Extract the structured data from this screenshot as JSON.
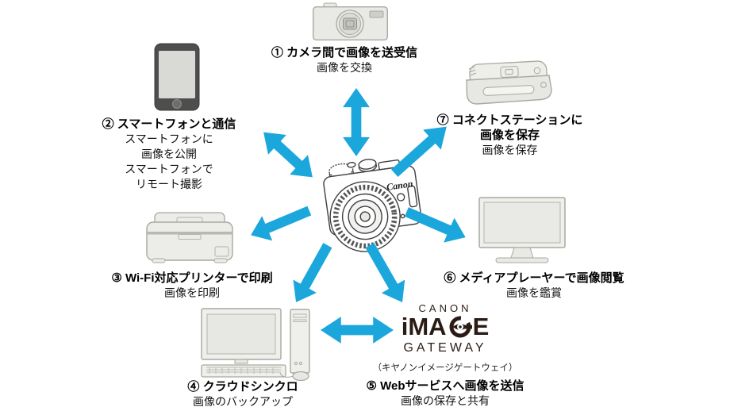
{
  "diagram": {
    "arrow_color": "#1ba7dc",
    "center_camera": {
      "brand": "Canon"
    },
    "logo": {
      "color": "#2a1c15",
      "line1": "CANON",
      "image_pre": "iMA",
      "image_post": "E",
      "line3": "GATEWAY",
      "caption": "（キヤノンイメージゲートウェイ）"
    },
    "nodes": [
      {
        "id": "1",
        "title": "① カメラ間で画像を送受信",
        "lines": [
          "画像を交換"
        ],
        "icon": "compact-camera"
      },
      {
        "id": "2",
        "title": "② スマートフォンと通信",
        "lines": [
          "スマートフォンに",
          "画像を公開",
          "スマートフォンで",
          "リモート撮影"
        ],
        "icon": "smartphone"
      },
      {
        "id": "3",
        "title": "③ Wi-Fi対応プリンターで印刷",
        "lines": [
          "画像を印刷"
        ],
        "icon": "printer"
      },
      {
        "id": "4",
        "title": "④ クラウドシンクロ",
        "lines": [
          "画像のバックアップ"
        ],
        "icon": "desktop-computer"
      },
      {
        "id": "5",
        "title": "⑤ Webサービスへ画像を送信",
        "lines": [
          "画像の保存と共有"
        ],
        "icon": "canon-image-gateway"
      },
      {
        "id": "6",
        "title": "⑥ メディアプレーヤーで画像閲覧",
        "lines": [
          "画像を鑑賞"
        ],
        "icon": "media-player-monitor"
      },
      {
        "id": "7",
        "title": "⑦ コネクトステーションに",
        "title2": "画像を保存",
        "lines": [
          "画像を保存"
        ],
        "icon": "connect-station"
      }
    ]
  }
}
